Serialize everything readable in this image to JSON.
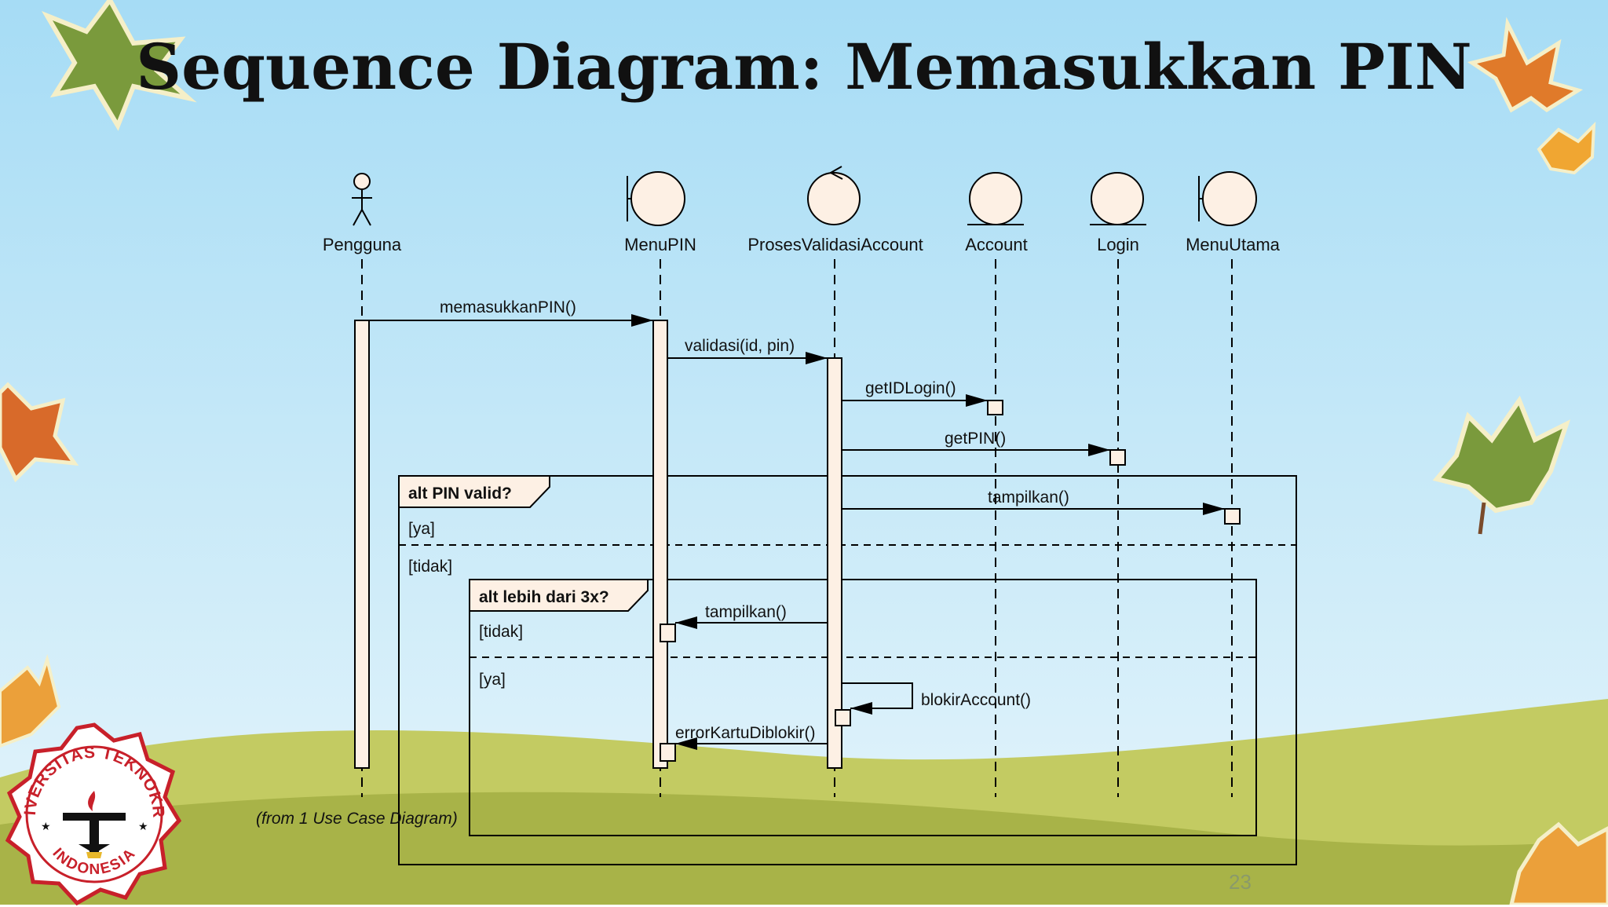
{
  "slide": {
    "title": "Sequence Diagram: Memasukkan PIN",
    "page_number": "23"
  },
  "logo": {
    "text_top": "UNIVERSITAS TEKNOKRAT",
    "text_bottom": "INDONESIA"
  },
  "lifelines": [
    {
      "name": "Pengguna",
      "kind": "actor"
    },
    {
      "name": "MenuPIN",
      "kind": "boundary"
    },
    {
      "name": "ProsesValidasiAccount",
      "kind": "control"
    },
    {
      "name": "Account",
      "kind": "entity"
    },
    {
      "name": "Login",
      "kind": "entity"
    },
    {
      "name": "MenuUtama",
      "kind": "boundary"
    }
  ],
  "messages": [
    {
      "from": "Pengguna",
      "to": "MenuPIN",
      "label": "memasukkanPIN()"
    },
    {
      "from": "MenuPIN",
      "to": "ProsesValidasiAccount",
      "label": "validasi(id, pin)"
    },
    {
      "from": "ProsesValidasiAccount",
      "to": "Account",
      "label": "getIDLogin()"
    },
    {
      "from": "ProsesValidasiAccount",
      "to": "Login",
      "label": "getPIN()"
    },
    {
      "from": "ProsesValidasiAccount",
      "to": "MenuUtama",
      "label": "tampilkan()"
    },
    {
      "from": "ProsesValidasiAccount",
      "to": "MenuPIN",
      "label": "tampilkan()"
    },
    {
      "from": "ProsesValidasiAccount",
      "to": "ProsesValidasiAccount",
      "label": "blokirAccount()"
    },
    {
      "from": "ProsesValidasiAccount",
      "to": "MenuPIN",
      "label": "errorKartuDiblokir()"
    }
  ],
  "fragments": [
    {
      "label": "alt PIN valid?",
      "guards": [
        "[ya]",
        "[tidak]"
      ]
    },
    {
      "label": "alt lebih dari 3x?",
      "guards": [
        "[tidak]",
        "[ya]"
      ]
    }
  ],
  "note": "(from 1 Use Case Diagram)",
  "colors": {
    "sky_top": "#a6dcf5",
    "sky_bottom": "#e6f5fb",
    "hill_light": "#c3cb62",
    "hill_dark": "#9eaa3c",
    "element_fill": "#fdf0e4",
    "logo_red": "#c8202a"
  }
}
